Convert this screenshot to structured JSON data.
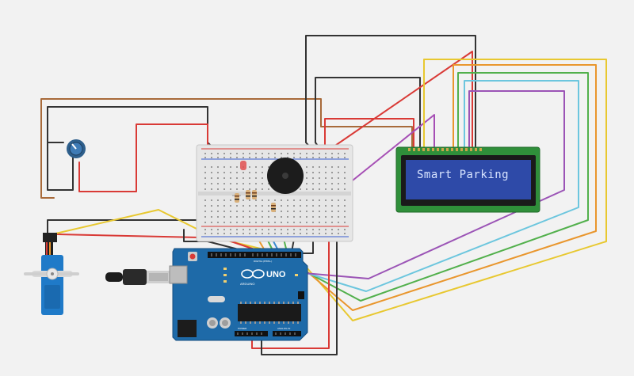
{
  "lcd": {
    "text": "Smart Parking"
  },
  "arduino": {
    "model_label": "UNO",
    "brand_label": "ARDUINO",
    "digital_label": "DIGITAL (PWM~)",
    "analog_label": "ANALOG IN",
    "power_label": "POWER"
  },
  "colors": {
    "background": "#f2f2f2",
    "arduino_board": "#1e6aa8",
    "breadboard": "#e6e6e6",
    "lcd_pcb": "#2f8f3a",
    "lcd_screen": "#2e4aa8",
    "wire_black": "#333333",
    "wire_red": "#d93a36",
    "wire_yellow": "#e8c830",
    "wire_orange": "#e9962d",
    "wire_green": "#52b04c",
    "wire_cyan": "#6cc6de",
    "wire_purple": "#9b54b6",
    "wire_brown": "#a86a3a",
    "servo_blue": "#1f7ac8"
  },
  "icons": {
    "usb": "usb-cable-icon",
    "potentiometer": "potentiometer-icon",
    "buzzer": "piezo-buzzer-icon",
    "servo": "servo-motor-icon",
    "arduino_logo": "arduino-infinity-logo"
  }
}
